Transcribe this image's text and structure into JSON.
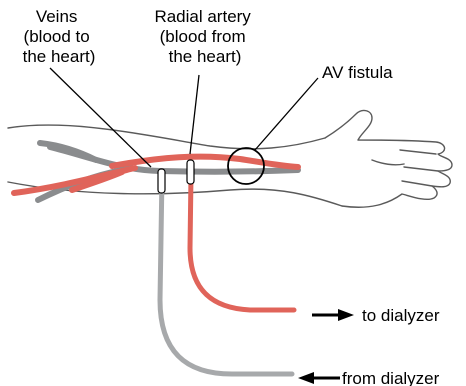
{
  "labels": {
    "veins": [
      "Veins",
      "(blood to",
      "the heart)"
    ],
    "artery": [
      "Radial artery",
      "(blood from",
      "the heart)"
    ],
    "fistula": "AV fistula",
    "to_dialyzer": "to dialyzer",
    "from_dialyzer": "from dialyzer"
  },
  "colors": {
    "artery": "#e0645a",
    "vein": "#8a8c8e",
    "tube_from": "#a7a9ab",
    "outline": "#000000",
    "arm_outline": "#5a5a5a"
  }
}
